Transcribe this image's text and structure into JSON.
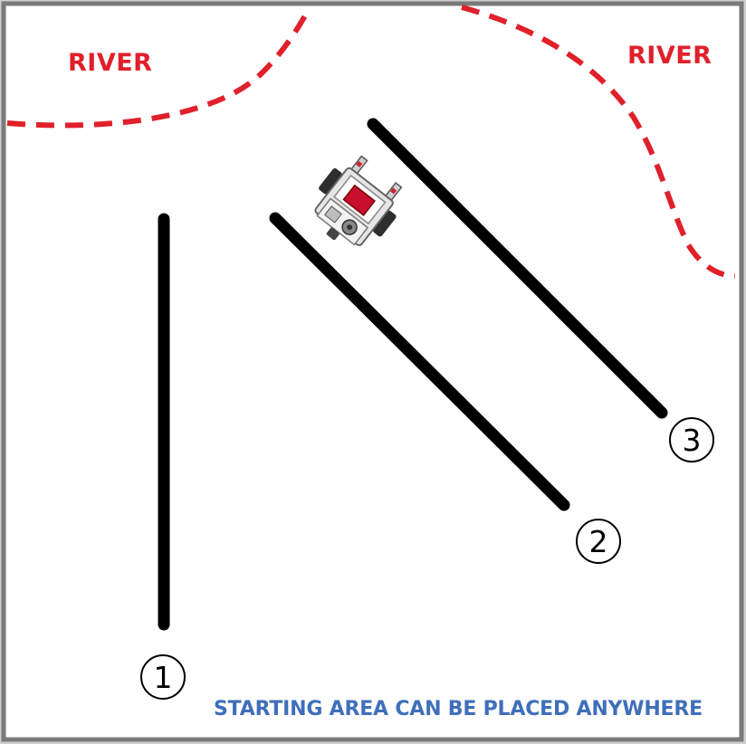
{
  "labels": {
    "river_left": "RIVER",
    "river_right": "RIVER",
    "footer": "STARTING AREA CAN BE PLACED ANYWHERE"
  },
  "markers": {
    "one": "1",
    "two": "2",
    "three": "3"
  },
  "colors": {
    "river": "#e0202a",
    "line": "#000000",
    "footer_text": "#3f6fba",
    "frame": "#7a7a7a"
  },
  "icons": {
    "robot": "robot-icon"
  }
}
